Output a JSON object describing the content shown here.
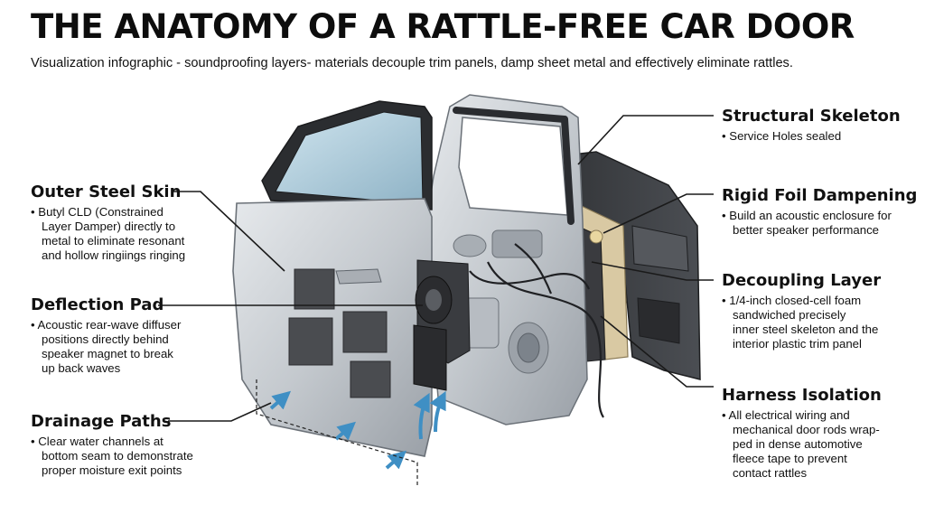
{
  "title": "THE ANATOMY OF A RATTLE-FREE CAR DOOR",
  "subtitle": "Visualization infographic - soundproofing layers- materials decouple trim panels, damp sheet metal and effectively eliminate rattles.",
  "callouts": {
    "structural_skeleton": {
      "heading": "Structural Skeleton",
      "lines": [
        "• Service Holes sealed"
      ]
    },
    "rigid_foil": {
      "heading": "Rigid Foil Dampening",
      "lines": [
        "• Build an acoustic enclosure for",
        "better speaker performance"
      ]
    },
    "decoupling_layer": {
      "heading": "Decoupling Layer",
      "lines": [
        "• 1/4-inch closed-cell foam",
        "sandwiched precisely",
        "inner steel skeleton and the",
        "interior plastic trim panel"
      ]
    },
    "harness_isolation": {
      "heading": "Harness Isolation",
      "lines": [
        "• All electrical wiring and",
        "mechanical door rods wrap-",
        "ped in dense automotive",
        "fleece tape to prevent",
        "contact rattles"
      ]
    },
    "outer_steel_skin": {
      "heading": "Outer Steel Skin",
      "lines": [
        "• Butyl CLD (Constrained",
        "Layer Damper) directly to",
        "metal to eliminate resonant",
        "and hollow ringiings ringing"
      ]
    },
    "deflection_pad": {
      "heading": "Deflection Pad",
      "lines": [
        "• Acoustic rear-wave diffuser",
        "positions directly behind",
        "speaker magnet to break",
        "up back waves"
      ]
    },
    "drainage_paths": {
      "heading": "Drainage Paths",
      "lines": [
        "• Clear water channels at",
        "bottom seam to demonstrate",
        "proper moisture exit points"
      ]
    }
  },
  "colors": {
    "steel": "#c8ccd1",
    "steel_dark": "#8d939b",
    "damper": "#4a4c50",
    "foam": "#2f3033",
    "tan_layer": "#d9c9a3",
    "trim_panel": "#3b3d41",
    "arrow_blue": "#3f8fc4",
    "leader": "#1a1a1a"
  }
}
